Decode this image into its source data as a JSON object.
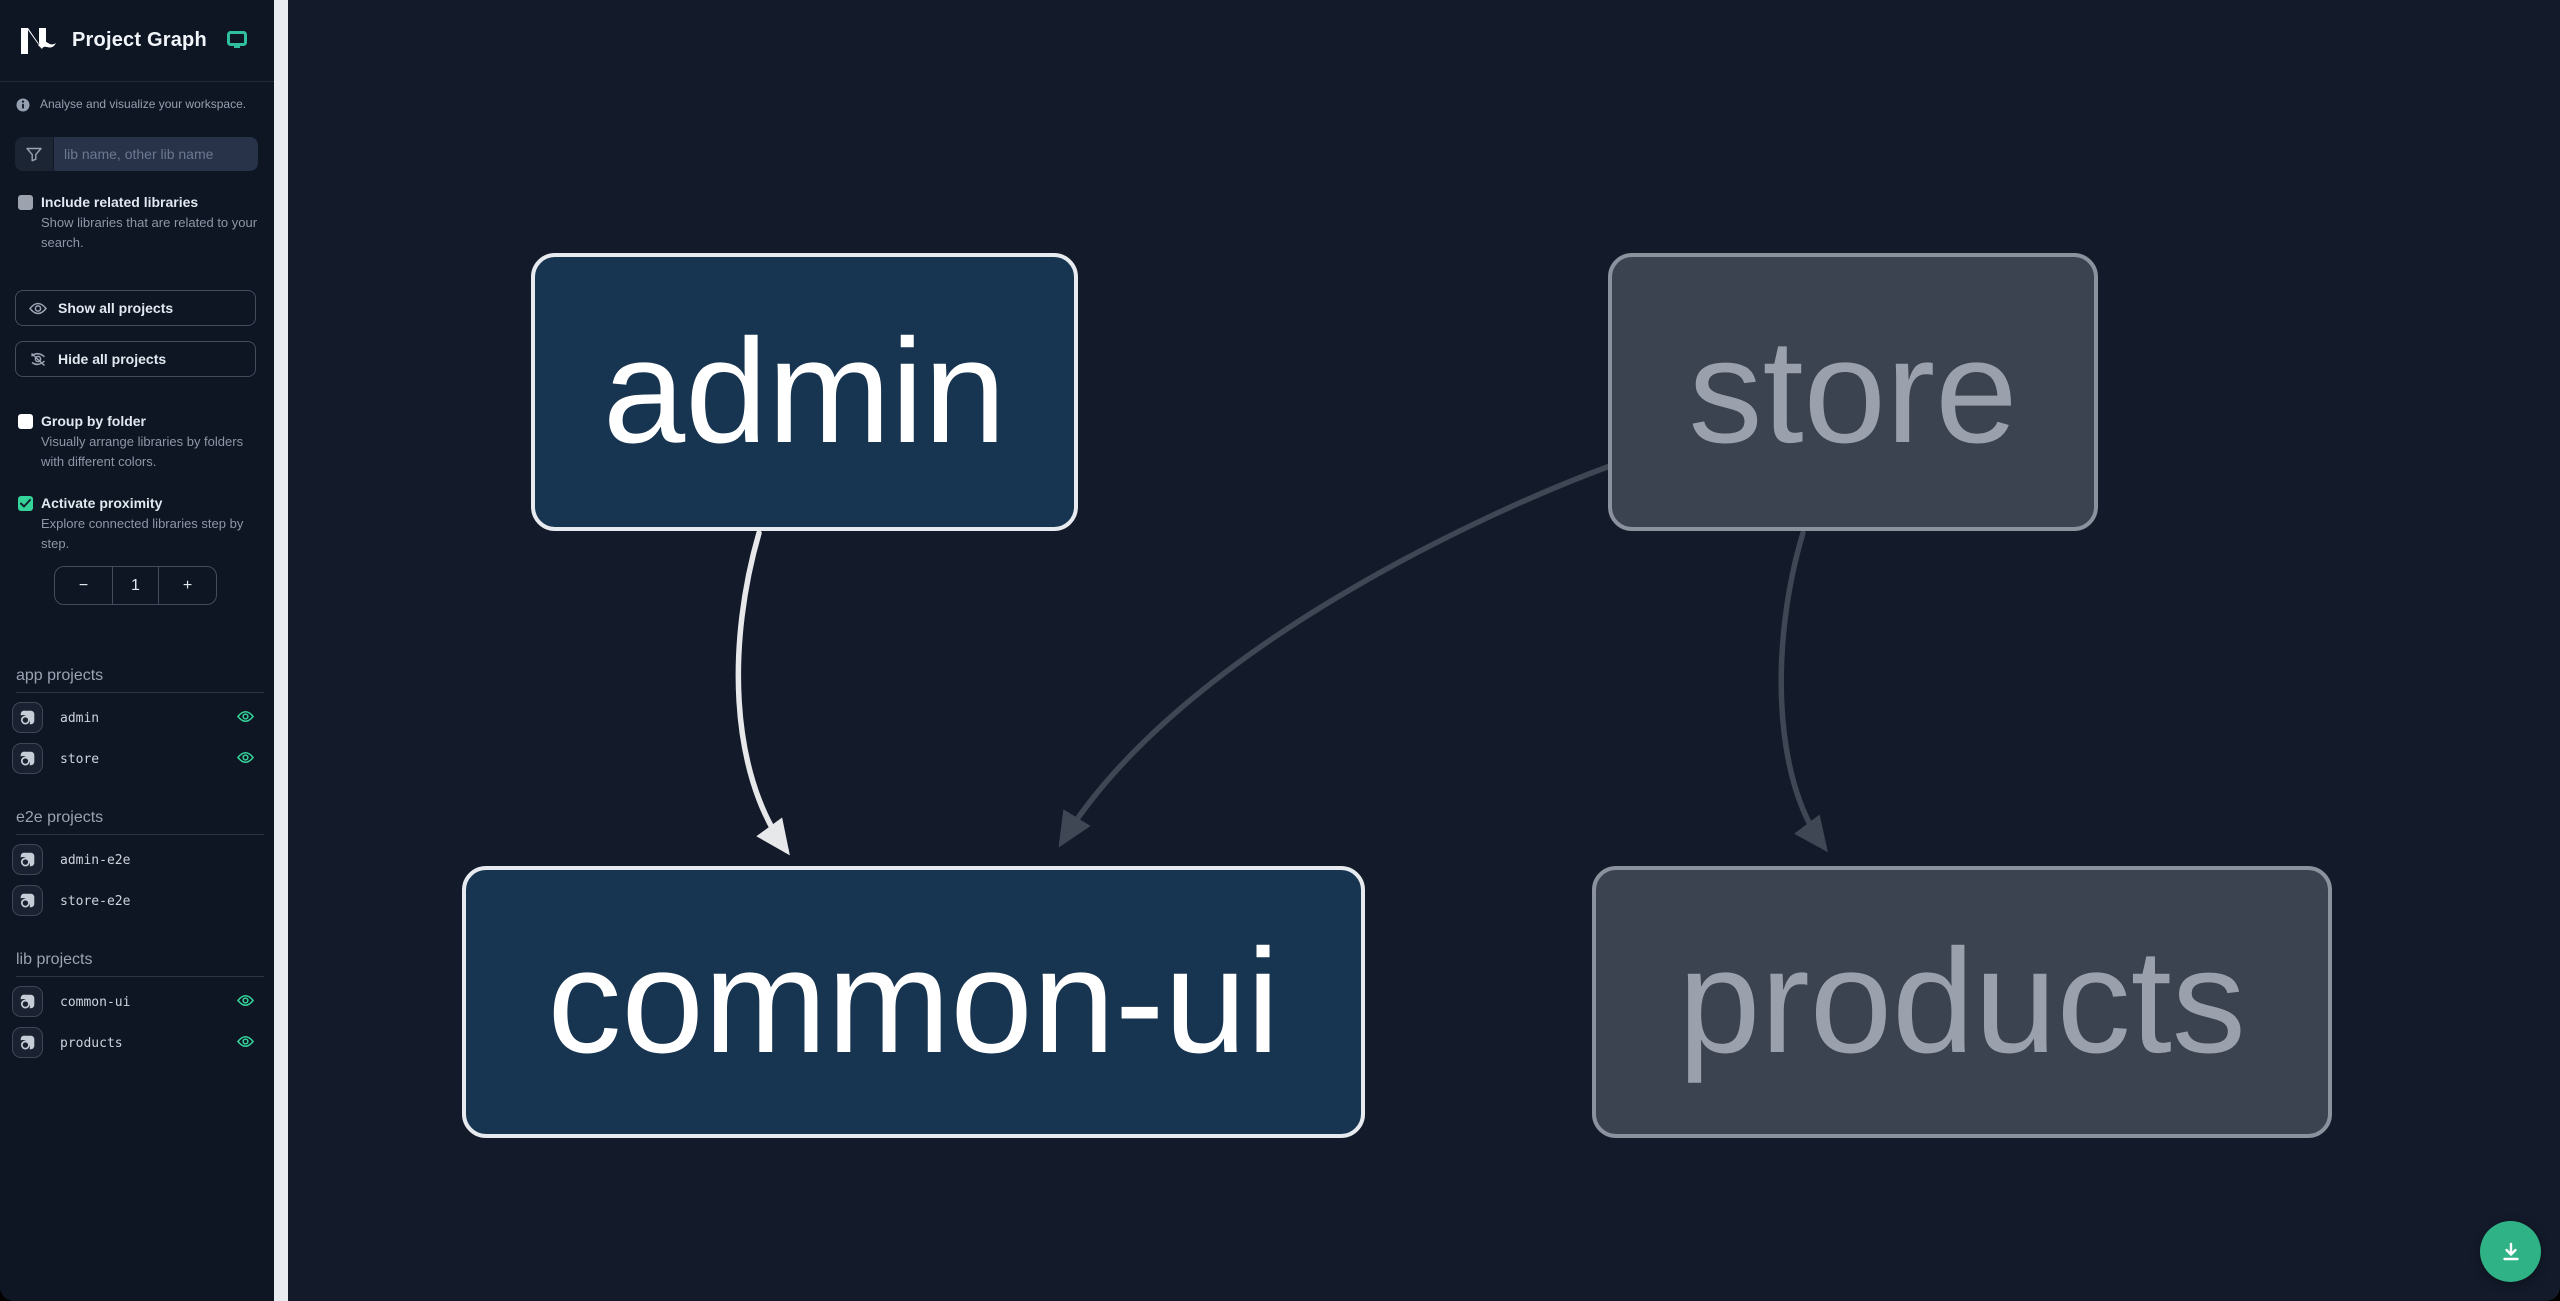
{
  "window": {
    "title": "Project Graph",
    "tagline": "Analyse and visualize your workspace."
  },
  "search": {
    "placeholder": "lib name, other lib name"
  },
  "controls": {
    "include_related": {
      "label": "Include related libraries",
      "description": "Show libraries that are related to your search.",
      "checked": false
    },
    "show_all_label": "Show all projects",
    "hide_all_label": "Hide all projects",
    "group_by_folder": {
      "label": "Group by folder",
      "description": "Visually arrange libraries by folders with different colors.",
      "checked": false
    },
    "activate_proximity": {
      "label": "Activate proximity",
      "description": "Explore connected libraries step by step.",
      "checked": true
    },
    "proximity_depth": "1",
    "stepper": {
      "decrement": "−",
      "increment": "+"
    }
  },
  "sections": [
    {
      "heading": "app projects",
      "items": [
        {
          "name": "admin",
          "visible": true
        },
        {
          "name": "store",
          "visible": true
        }
      ]
    },
    {
      "heading": "e2e projects",
      "items": [
        {
          "name": "admin-e2e",
          "visible": false
        },
        {
          "name": "store-e2e",
          "visible": false
        }
      ]
    },
    {
      "heading": "lib projects",
      "items": [
        {
          "name": "common-ui",
          "visible": true
        },
        {
          "name": "products",
          "visible": true
        }
      ]
    }
  ],
  "graph": {
    "nodes": [
      {
        "id": "admin",
        "label": "admin",
        "state": "focused"
      },
      {
        "id": "store",
        "label": "store",
        "state": "faded"
      },
      {
        "id": "common-ui",
        "label": "common-ui",
        "state": "focused"
      },
      {
        "id": "products",
        "label": "products",
        "state": "faded"
      }
    ],
    "edges": [
      {
        "from": "admin",
        "to": "common-ui",
        "state": "focused"
      },
      {
        "from": "store",
        "to": "common-ui",
        "state": "faded"
      },
      {
        "from": "store",
        "to": "products",
        "state": "faded"
      }
    ]
  },
  "colors": {
    "accent_green": "#34d399",
    "fab_green": "#2fb286",
    "node_focused_fill": "#173450",
    "node_focused_border": "#e7eaee",
    "node_faded_fill": "#3b4250",
    "node_faded_border": "#8b929d",
    "edge_focused": "#e6e8ea",
    "edge_faded": "#3f4755",
    "canvas_bg": "#131a2a",
    "sidebar_bg": "#0e1523"
  }
}
